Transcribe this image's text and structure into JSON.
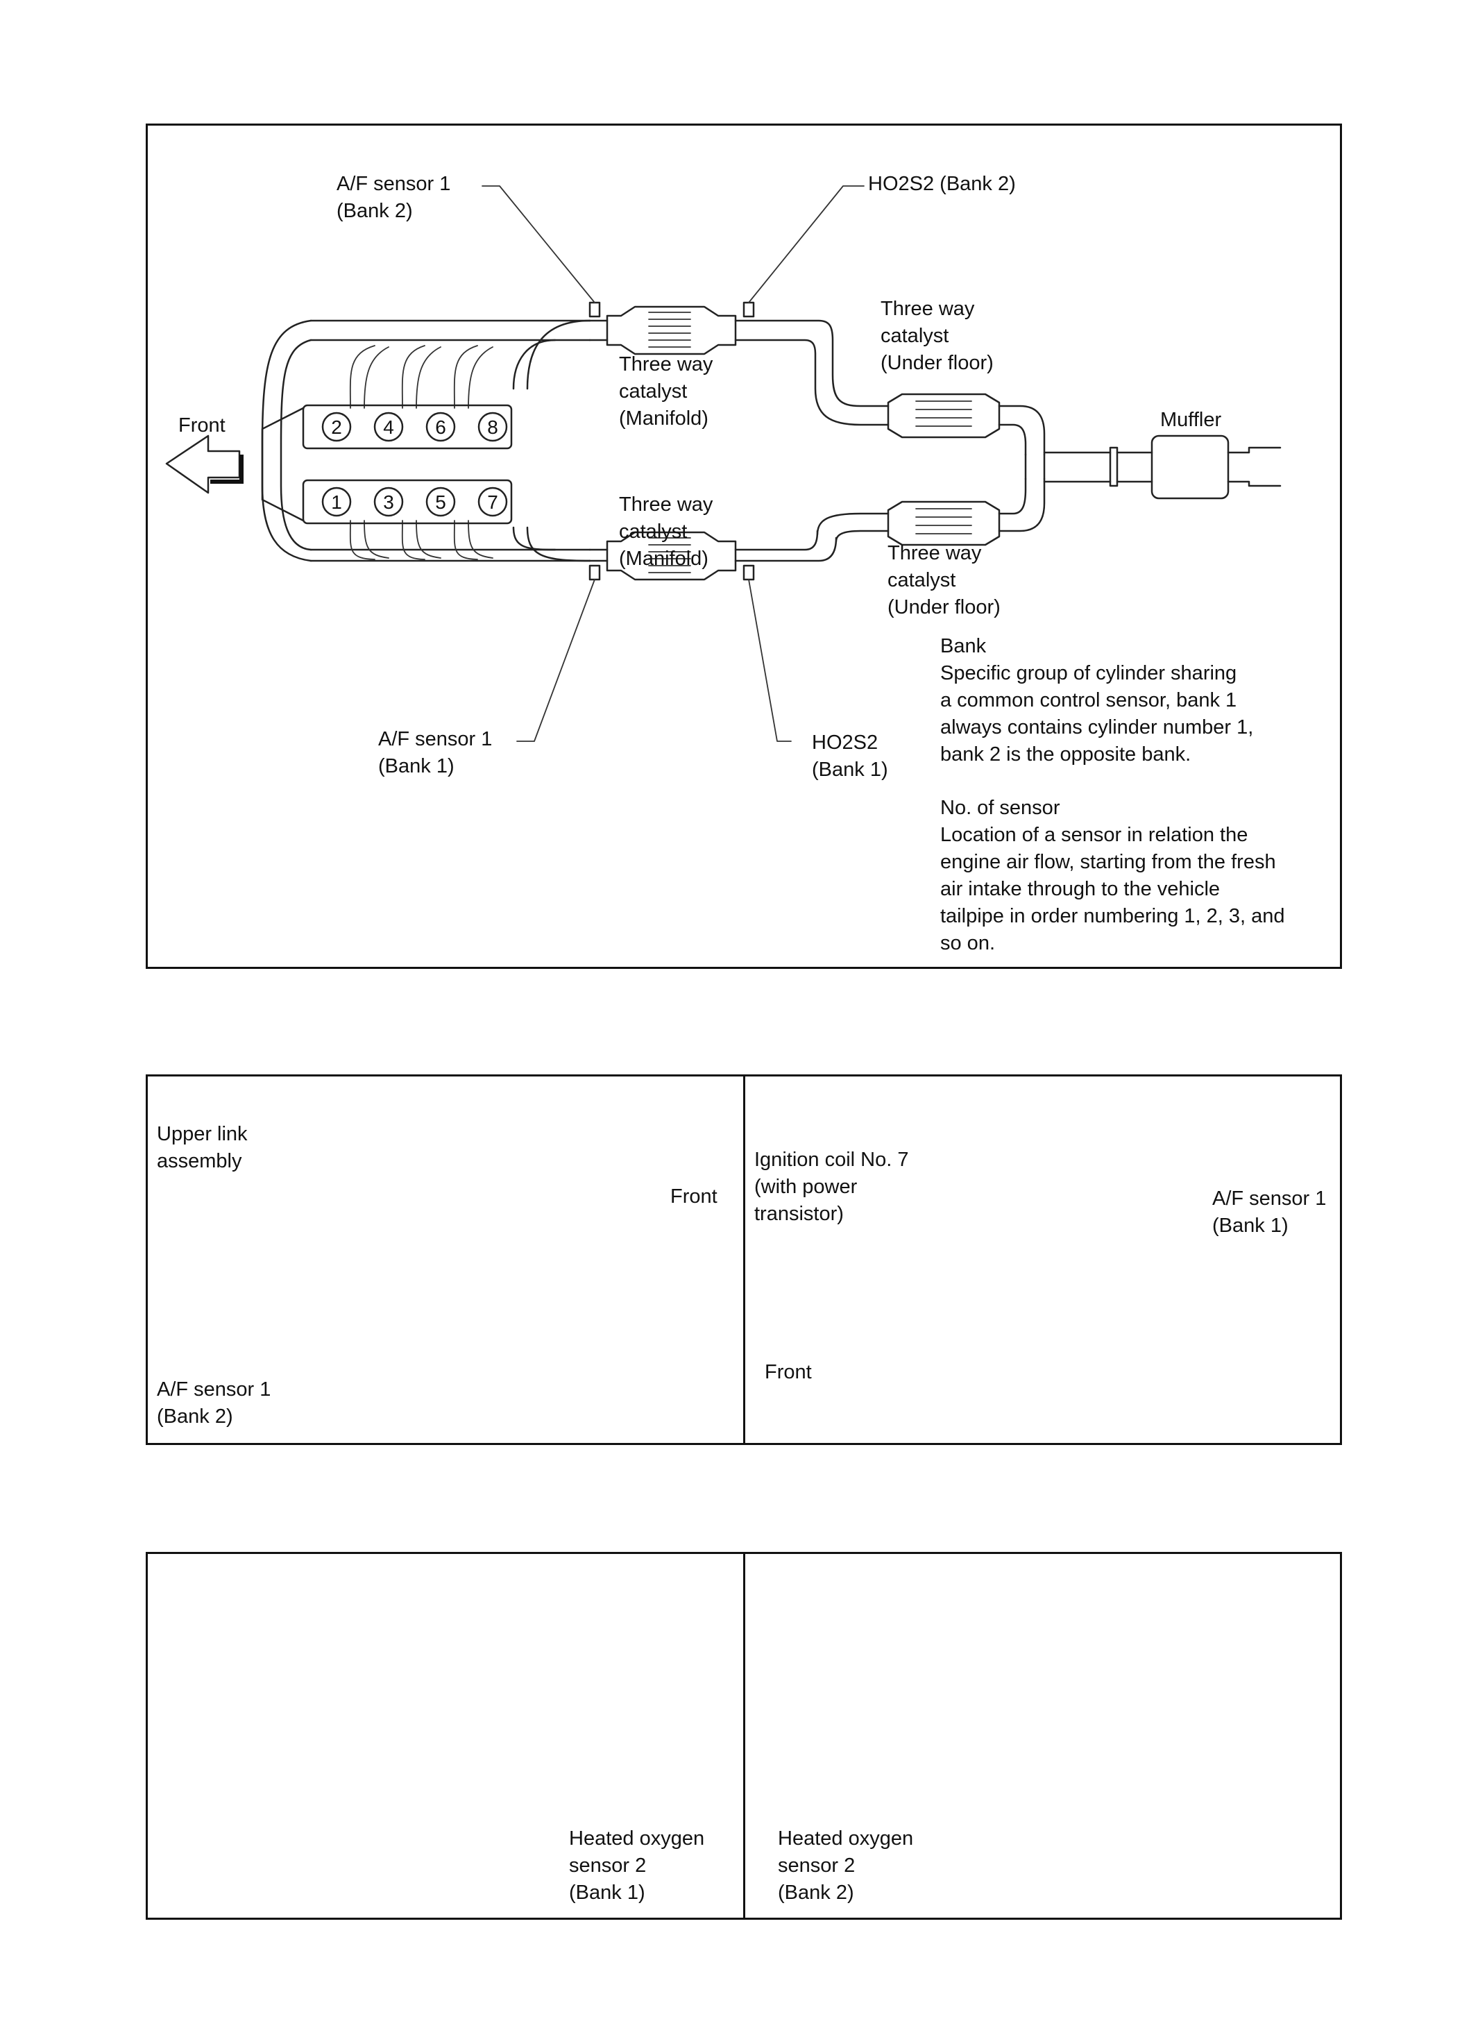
{
  "top_diagram": {
    "front": "Front",
    "af_sensor_bank2": "A/F sensor 1\n(Bank 2)",
    "ho2s2_bank2": "HO2S2 (Bank 2)",
    "catalyst_manifold_top": "Three way\ncatalyst\n(Manifold)",
    "catalyst_underfloor_top": "Three way\ncatalyst\n(Under floor)",
    "muffler": "Muffler",
    "catalyst_manifold_bottom": "Three way\ncatalyst\n(Manifold)",
    "catalyst_underfloor_bottom": "Three way\ncatalyst\n(Under floor)",
    "af_sensor_bank1": "A/F sensor 1\n(Bank 1)",
    "ho2s2_bank1": "HO2S2\n(Bank 1)",
    "cylinders_bank2": [
      "2",
      "4",
      "6",
      "8"
    ],
    "cylinders_bank1": [
      "1",
      "3",
      "5",
      "7"
    ],
    "bank_note": "Bank\nSpecific group of cylinder sharing\na common control sensor, bank 1\nalways contains cylinder number 1,\nbank 2 is the opposite bank.",
    "sensor_note": "No. of sensor\nLocation of a sensor in relation the\nengine air flow, starting from the fresh\nair intake through to the vehicle\ntailpipe in order numbering 1, 2, 3, and\nso on."
  },
  "mid_left": {
    "upper_link": "Upper link\nassembly",
    "front": "Front",
    "af_sensor": "A/F sensor 1\n(Bank 2)"
  },
  "mid_right": {
    "ignition_coil": "Ignition coil No. 7\n(with power\ntransistor)",
    "af_sensor": "A/F sensor 1\n(Bank 1)",
    "front": "Front"
  },
  "bottom_left": {
    "heated_o2": "Heated oxygen\nsensor 2\n(Bank 1)"
  },
  "bottom_right": {
    "heated_o2": "Heated oxygen\nsensor 2\n(Bank 2)"
  }
}
